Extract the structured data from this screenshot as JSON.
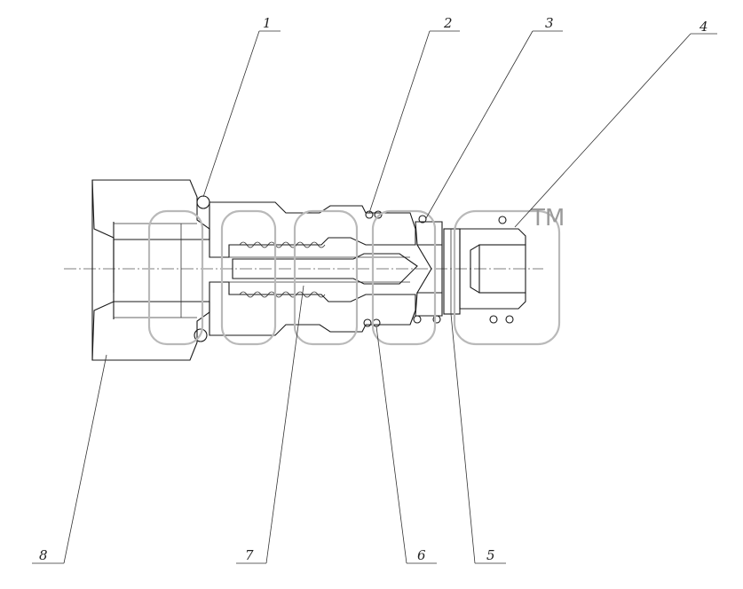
{
  "callouts": [
    {
      "id": "1",
      "label": "1"
    },
    {
      "id": "2",
      "label": "2"
    },
    {
      "id": "3",
      "label": "3"
    },
    {
      "id": "4",
      "label": "4"
    },
    {
      "id": "5",
      "label": "5"
    },
    {
      "id": "6",
      "label": "6"
    },
    {
      "id": "7",
      "label": "7"
    },
    {
      "id": "8",
      "label": "8"
    }
  ],
  "watermark": {
    "mark": "TM"
  },
  "colors": {
    "ink": "#1a1a1a",
    "watermark": "#b9b9b9",
    "background": "#ffffff"
  }
}
